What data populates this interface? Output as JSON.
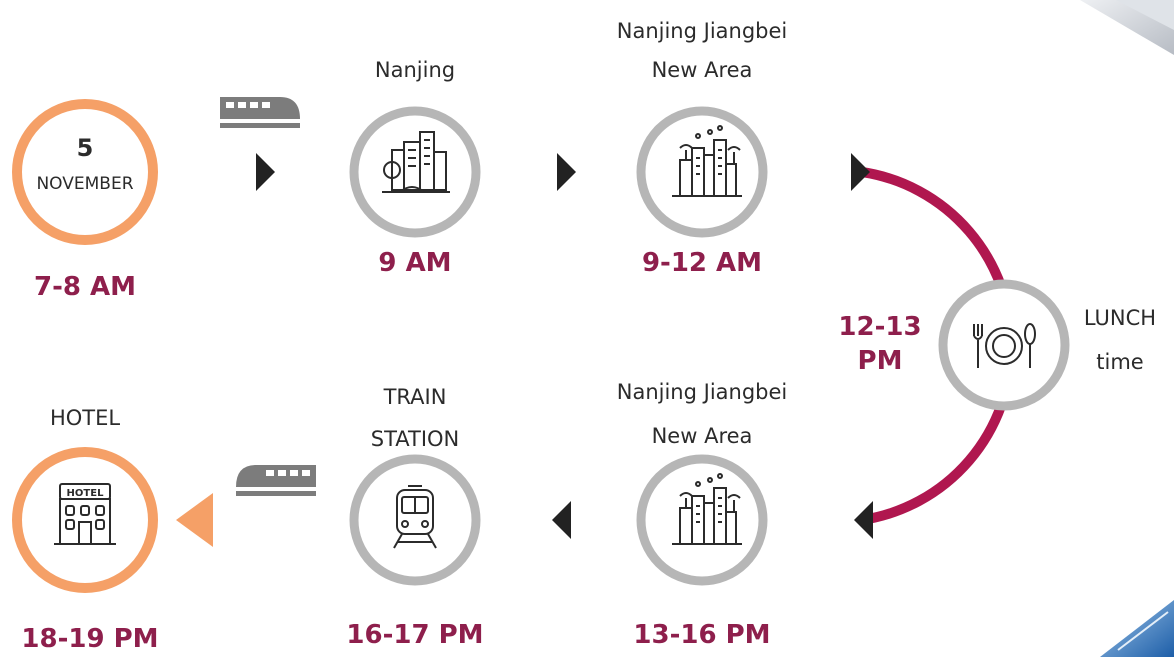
{
  "start": {
    "day": "5",
    "month": "NOVEMBER",
    "time": "7-8 AM"
  },
  "stops": [
    {
      "id": "nanjing",
      "label_lines": [
        "Nanjing"
      ],
      "time": "9 AM",
      "icon": "city-buildings-icon"
    },
    {
      "id": "jiangbei-1",
      "label_lines": [
        "Nanjing Jiangbei",
        "New Area"
      ],
      "time": "9-12 AM",
      "icon": "smart-city-icon"
    },
    {
      "id": "lunch",
      "label_lines": [
        "LUNCH",
        "time"
      ],
      "time_lines": [
        "12-13",
        "PM"
      ],
      "icon": "plate-cutlery-icon"
    },
    {
      "id": "jiangbei-2",
      "label_lines": [
        "Nanjing Jiangbei",
        "New Area"
      ],
      "time": "13-16 PM",
      "icon": "smart-city-icon"
    },
    {
      "id": "train-station",
      "label_lines": [
        "TRAIN",
        "STATION"
      ],
      "time": "16-17 PM",
      "icon": "train-front-icon"
    }
  ],
  "end": {
    "label": "HOTEL",
    "time": "18-19 PM",
    "icon": "hotel-building-icon",
    "sign_text": "HOTEL"
  },
  "colors": {
    "orange": "#f5a067",
    "rose": "#d95f6d",
    "crimson": "#b0174f",
    "ring_grey": "#b6b6b6",
    "time_text": "#8e1f4c",
    "arrow_dark": "#222222",
    "train_icon": "#7c7c7c"
  }
}
